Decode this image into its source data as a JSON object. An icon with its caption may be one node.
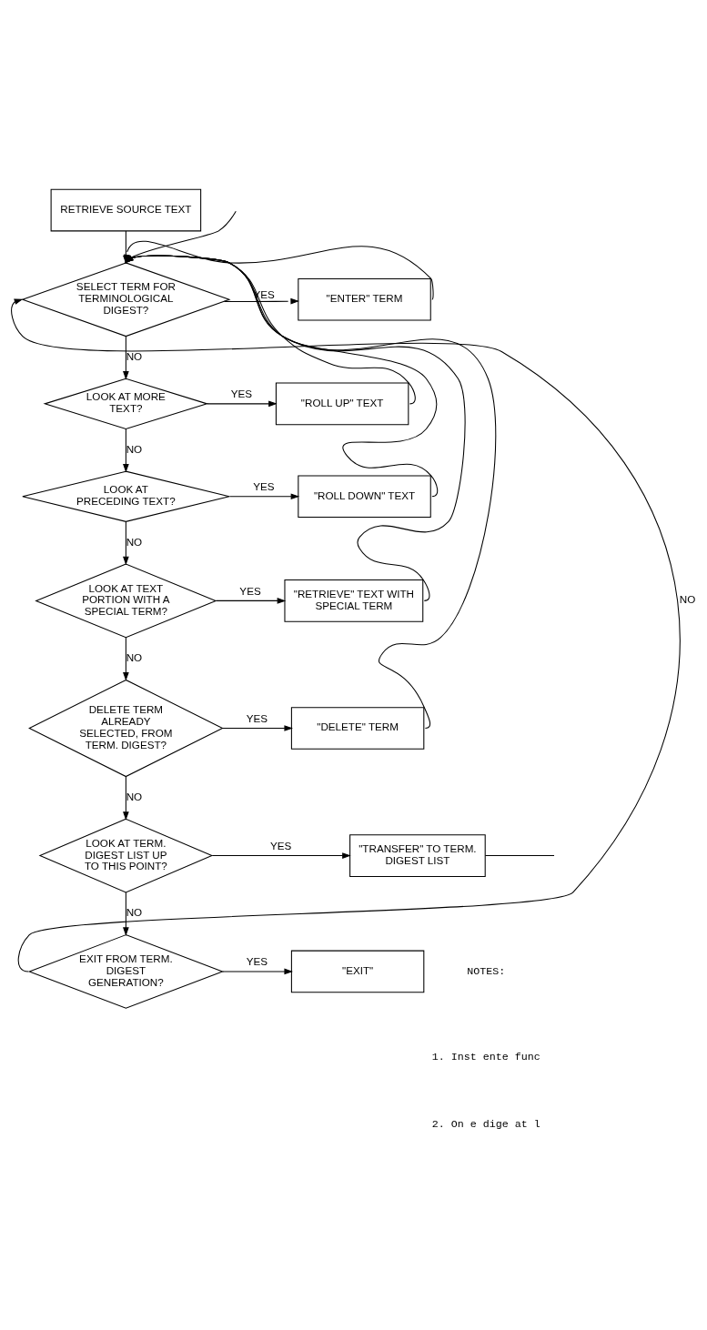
{
  "diagram": {
    "nodes": [
      {
        "text": [
          "RETRIEVE SOURCE TEXT"
        ]
      },
      {
        "text": [
          "SELECT TERM FOR TERMINOLOGICAL DIGEST?"
        ]
      },
      {
        "text": [
          "\"ENTER\" TERM"
        ]
      },
      {
        "text": [
          "LOOK AT MORE TEXT?"
        ]
      },
      {
        "text": [
          "\"ROLL UP\" TEXT"
        ]
      },
      {
        "text": [
          "LOOK AT PRECEDING TEXT?"
        ]
      },
      {
        "text": [
          "\"ROLL DOWN\" TEXT"
        ]
      },
      {
        "text": [
          "LOOK AT TEXT PORTION WITH A SPECIAL TERM?"
        ]
      },
      {
        "text": [
          "\"RETRIEVE\" TEXT WITH SPECIAL TERM"
        ]
      },
      {
        "text": [
          "DELETE TERM ALREADY SELECTED, FROM TERM. DIGEST?"
        ]
      },
      {
        "text": [
          "\"DELETE\" TERM"
        ]
      },
      {
        "text": [
          "LOOK AT TERM. DIGEST LIST UP TO THIS POINT?"
        ]
      },
      {
        "text": [
          "\"TRANSFER\" TO TERM. DIGEST LIST"
        ]
      },
      {
        "text": [
          "EXIT FROM TERM. DIGEST GENERATION?"
        ]
      },
      {
        "text": [
          "\"EXIT\""
        ]
      }
    ],
    "edges": [
      {
        "from": 0,
        "to": 1,
        "arrow": "to"
      },
      {
        "from": 1,
        "to": 2,
        "arrow": "to",
        "label": "YES"
      },
      {
        "from": 1,
        "to": 3,
        "arrow": "to",
        "label": "NO"
      },
      {
        "from": 3,
        "to": 4,
        "arrow": "to",
        "label": "YES"
      },
      {
        "from": 3,
        "to": 5,
        "arrow": "to",
        "label": "NO"
      },
      {
        "from": 5,
        "to": 6,
        "arrow": "to",
        "label": "YES"
      },
      {
        "from": 5,
        "to": 7,
        "arrow": "to",
        "label": "NO"
      },
      {
        "from": 7,
        "to": 8,
        "arrow": "to",
        "label": "YES"
      },
      {
        "from": 7,
        "to": 9,
        "arrow": "to",
        "label": "NO"
      },
      {
        "from": 9,
        "to": 10,
        "arrow": "to",
        "label": "YES"
      },
      {
        "from": 9,
        "to": 11,
        "arrow": "to",
        "label": "NO"
      },
      {
        "from": 11,
        "to": 12,
        "arrow": "to",
        "label": "YES"
      },
      {
        "from": 11,
        "to": 13,
        "arrow": "to",
        "label": "NO"
      },
      {
        "from": 13,
        "to": 14,
        "arrow": "to",
        "label": "YES"
      },
      {
        "from": 13,
        "to": 1,
        "arrow": "to",
        "label": "NO"
      },
      {
        "from": 2,
        "to": 1,
        "arrow": "to"
      },
      {
        "from": 4,
        "to": 1,
        "arrow": "to"
      },
      {
        "from": 6,
        "to": 1,
        "arrow": "to"
      },
      {
        "from": 8,
        "to": 1,
        "arrow": "to"
      },
      {
        "from": 10,
        "to": 1,
        "arrow": "to"
      },
      {
        "from": null,
        "to": 1,
        "arrow": "to"
      },
      {
        "from": 12,
        "to": null,
        "arrow": "none"
      }
    ],
    "labels": [
      "NOTES:",
      "1. Inst ente func",
      "2. On e dige at l"
    ]
  }
}
